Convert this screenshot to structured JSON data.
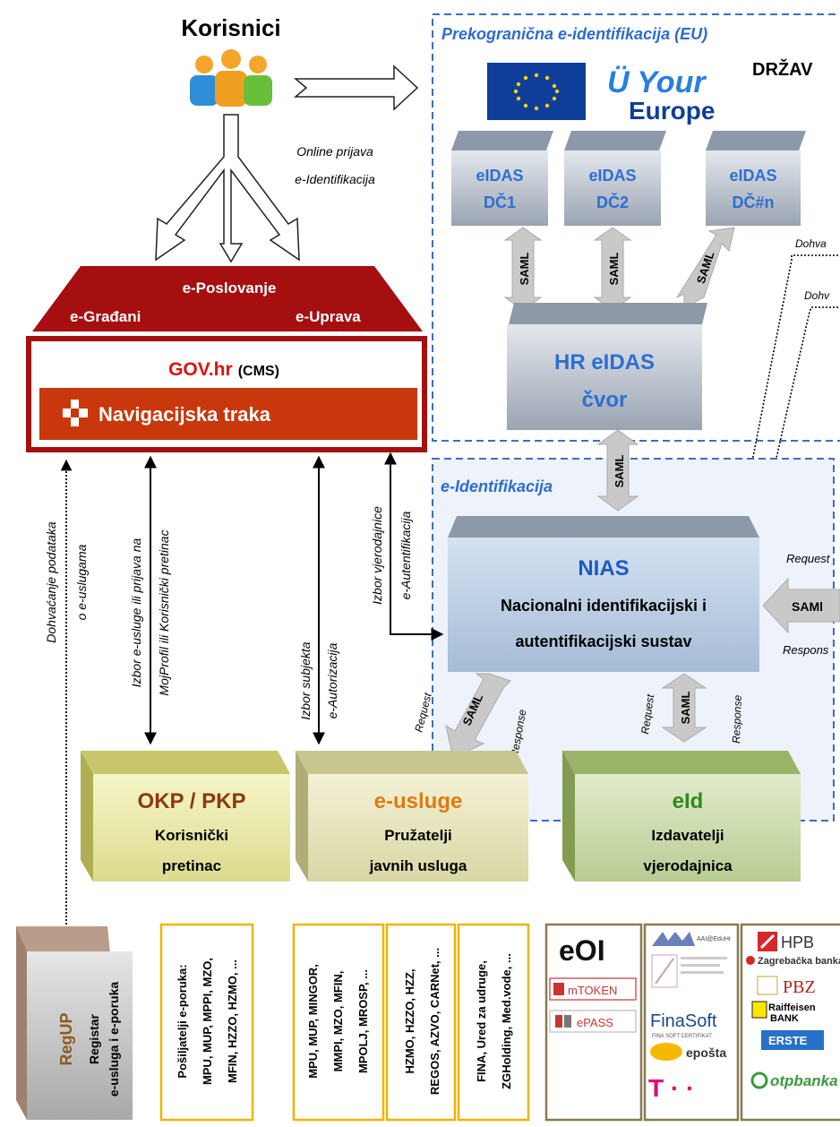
{
  "title": "Korisnici",
  "arrow_labels": {
    "online_line1": "Online prijava",
    "online_line2": "e-Identifikacija",
    "dohvacanje_line1": "Dohvaćanje podataka",
    "dohvacanje_line2": "o e-uslugama",
    "izbor_usluge_line1": "Izbor e-usluge ili prijava na",
    "izbor_usluge_line2": "MojProfil ili Korisnički pretinac",
    "izbor_subjekta_line1": "Izbor subjekta",
    "izbor_subjekta_line2": "e-Autorizacija",
    "izbor_vjerodajnice_line1": "Izbor vjerodajnice",
    "izbor_vjerodajnice_line2": "e-Autentifikacija",
    "request": "Request",
    "response": "Response",
    "saml": "SAML",
    "dohva_1": "Dohva",
    "dohva_2": "Dohv",
    "request_right": "Request",
    "response_right": "Respons",
    "saml_right": "SAMl"
  },
  "portal": {
    "top": "e-Poslovanje",
    "left": "e-Građani",
    "right": "e-Uprava",
    "gov_red": "GOV.hr",
    "gov_suffix": "(CMS)",
    "nav": "Navigacijska traka"
  },
  "eu_section": {
    "title": "Prekogranična e-identifikacija (EU)",
    "drzave": "DRŽAV",
    "your": "Your",
    "europe": "Europe",
    "nodes": [
      {
        "line1": "eIDAS",
        "line2": "DČ1"
      },
      {
        "line1": "eIDAS",
        "line2": "DČ2"
      },
      {
        "line1": "eIDAS",
        "line2": "DČ#n"
      }
    ],
    "hr_node_line1": "HR eIDAS",
    "hr_node_line2": "čvor"
  },
  "eid_section": {
    "title": "e-Identifikacija",
    "nias": "NIAS",
    "nias_line1": "Nacionalni identifikacijski i",
    "nias_line2": "autentifikacijski sustav"
  },
  "boxes": [
    {
      "title": "OKP / PKP",
      "line1": "Korisnički",
      "line2": "pretinac",
      "title_color": "#8b3a0e"
    },
    {
      "title": "e-usluge",
      "line1": "Pružatelji",
      "line2": "javnih usluga",
      "title_color": "#e07a10"
    },
    {
      "title": "eId",
      "line1": "Izdavatelji",
      "line2": "vjerodajnica",
      "title_color": "#2e8b1e"
    }
  ],
  "regup": {
    "title": "RegUP",
    "line1": "Registar",
    "line2": "e-usluga i e-poruka"
  },
  "lists": [
    {
      "line1": "Pošiljatelji e-poruka:",
      "line2": "MPU, MUP, MPPI, MZO,",
      "line3": "MFIN, HZZO, HZMO, ..."
    },
    {
      "line1": "MPU, MUP, MINGOR,",
      "line2": "MMPI, MZO, MFIN,",
      "line3": "MPOLJ, MROSP, ..."
    },
    {
      "line1": "HZMO, HZZO, HZZ,",
      "line2": "REGOS, AZVO, CARNet, ..."
    },
    {
      "line1": "FINA, Ured za udruge,",
      "line2": "ZGHolding, Med.vode, ..."
    }
  ],
  "logos": {
    "eoi": "eOI",
    "mtoken": "mTOKEN",
    "epass": "ePASS",
    "aai": "AAI@EduHr",
    "finasoft": "FinaSoft",
    "finasoft_sub": "FINA SOFT CERTIFIKAT",
    "eposta": "epošta",
    "telekom": "T · ·",
    "hpb": "HPB",
    "zaba": "Zagrebačka banka",
    "pbz": "PBZ",
    "raiffeisen": "Raiffeisen",
    "raiffeisen_sub": "BANK",
    "erste": "ERSTE",
    "otp": "otpbanka"
  }
}
